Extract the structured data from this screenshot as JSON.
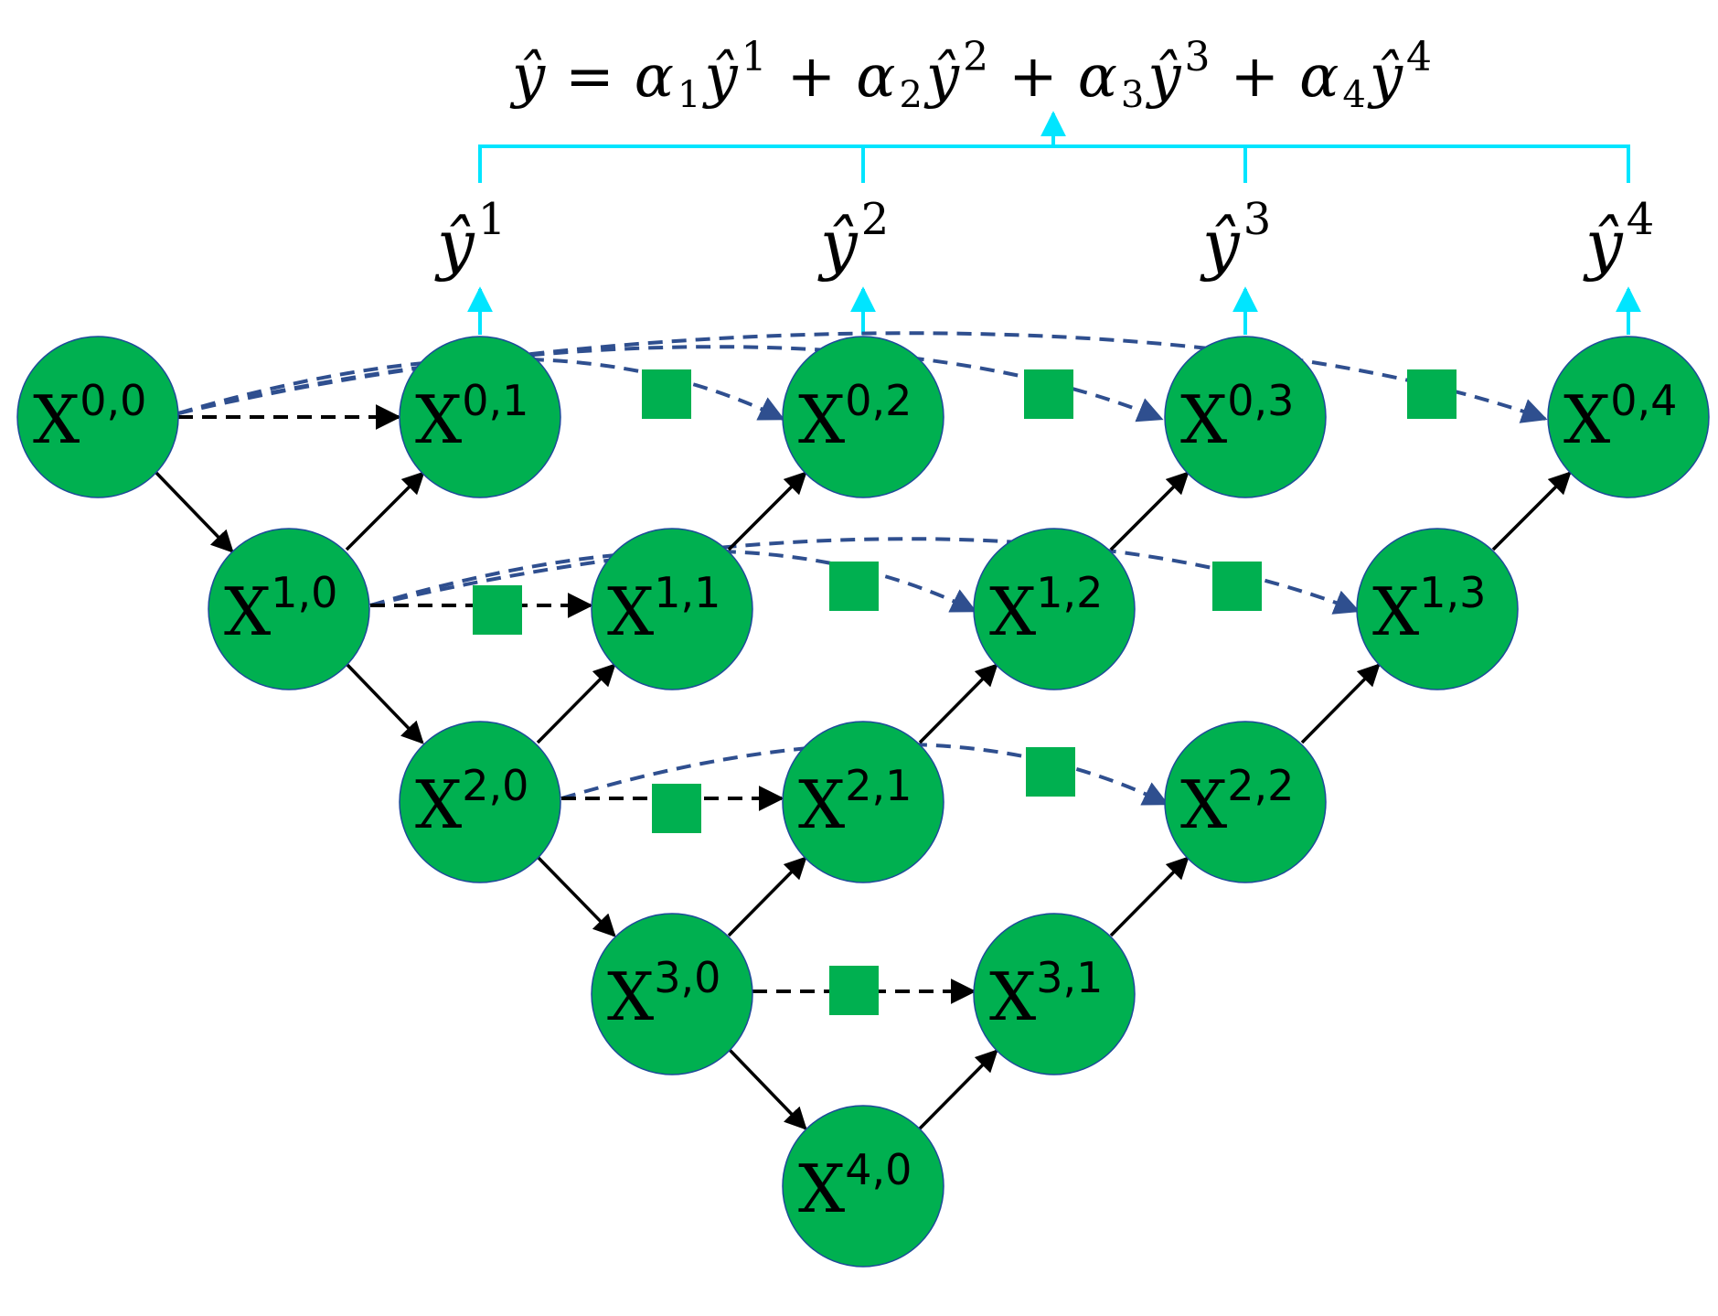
{
  "equation": {
    "lhs": "ŷ",
    "equals": "=",
    "plus": "+",
    "terms": [
      {
        "coef": "α",
        "coef_sub": "1",
        "var": "ŷ",
        "sup": "1"
      },
      {
        "coef": "α",
        "coef_sub": "2",
        "var": "ŷ",
        "sup": "2"
      },
      {
        "coef": "α",
        "coef_sub": "3",
        "var": "ŷ",
        "sup": "3"
      },
      {
        "coef": "α",
        "coef_sub": "4",
        "var": "ŷ",
        "sup": "4"
      }
    ]
  },
  "outputs": [
    {
      "symbol": "ŷ",
      "sup": "1"
    },
    {
      "symbol": "ŷ",
      "sup": "2"
    },
    {
      "symbol": "ŷ",
      "sup": "3"
    },
    {
      "symbol": "ŷ",
      "sup": "4"
    }
  ],
  "nodes": [
    {
      "id": "0-0",
      "label": "X",
      "sup": "0,0"
    },
    {
      "id": "0-1",
      "label": "X",
      "sup": "0,1"
    },
    {
      "id": "0-2",
      "label": "X",
      "sup": "0,2"
    },
    {
      "id": "0-3",
      "label": "X",
      "sup": "0,3"
    },
    {
      "id": "0-4",
      "label": "X",
      "sup": "0,4"
    },
    {
      "id": "1-0",
      "label": "X",
      "sup": "1,0"
    },
    {
      "id": "1-1",
      "label": "X",
      "sup": "1,1"
    },
    {
      "id": "1-2",
      "label": "X",
      "sup": "1,2"
    },
    {
      "id": "1-3",
      "label": "X",
      "sup": "1,3"
    },
    {
      "id": "2-0",
      "label": "X",
      "sup": "2,0"
    },
    {
      "id": "2-1",
      "label": "X",
      "sup": "2,1"
    },
    {
      "id": "2-2",
      "label": "X",
      "sup": "2,2"
    },
    {
      "id": "3-0",
      "label": "X",
      "sup": "3,0"
    },
    {
      "id": "3-1",
      "label": "X",
      "sup": "3,1"
    },
    {
      "id": "4-0",
      "label": "X",
      "sup": "4,0"
    }
  ],
  "colors": {
    "node_fill": "#00b050",
    "node_stroke": "#1e4a9a",
    "block_fill": "#00b050",
    "solid_edge": "#000000",
    "skip_edge_short": "#000000",
    "skip_edge_long": "#2f4f8f",
    "output_link": "#00e5ff"
  }
}
